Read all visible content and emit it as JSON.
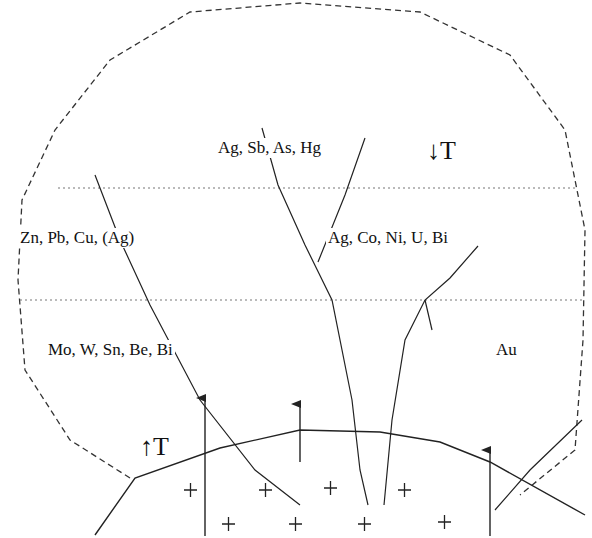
{
  "diagram": {
    "labels": [
      "Ag, Sb, As, Hg",
      "↓T",
      "Zn, Pb, Cu, (Ag)",
      "Ag, Co, Ni, U, Bi",
      "Mo, W, Sn, Be, Bi",
      "Au",
      "↑T"
    ]
  }
}
